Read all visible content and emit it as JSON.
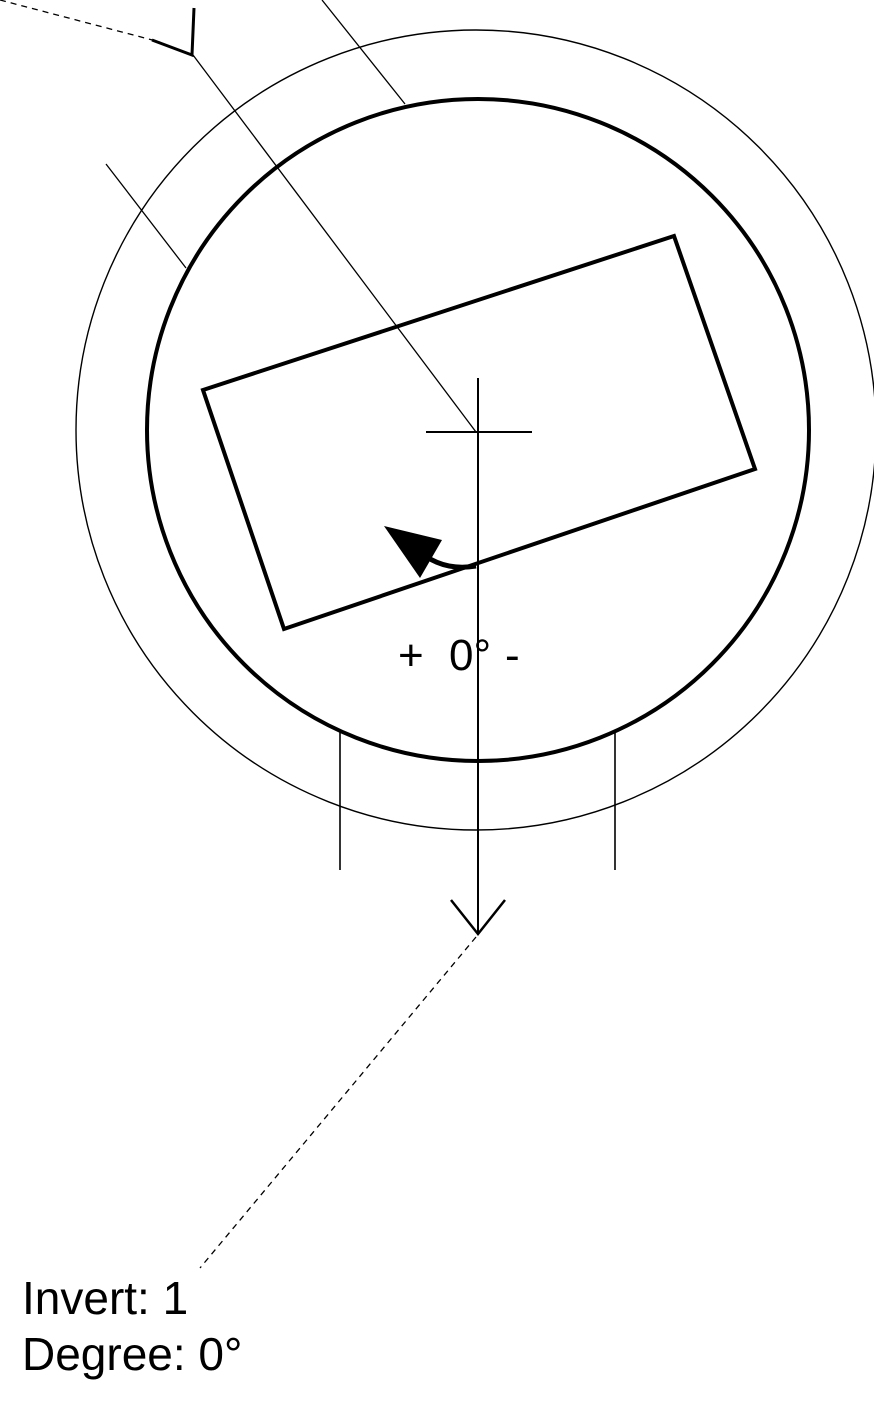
{
  "rotation_label": {
    "plus": "+",
    "value": "0°",
    "minus": "-"
  },
  "info": {
    "invert": "Invert: 1",
    "degree": "Degree: 0°"
  },
  "colors": {
    "stroke": "#000000",
    "background": "#ffffff"
  },
  "icons": {
    "rotate_handle": "curved-rotate-arrow-icon",
    "center_marker": "crosshair-icon",
    "direction_arrow": "down-arrow-icon"
  }
}
